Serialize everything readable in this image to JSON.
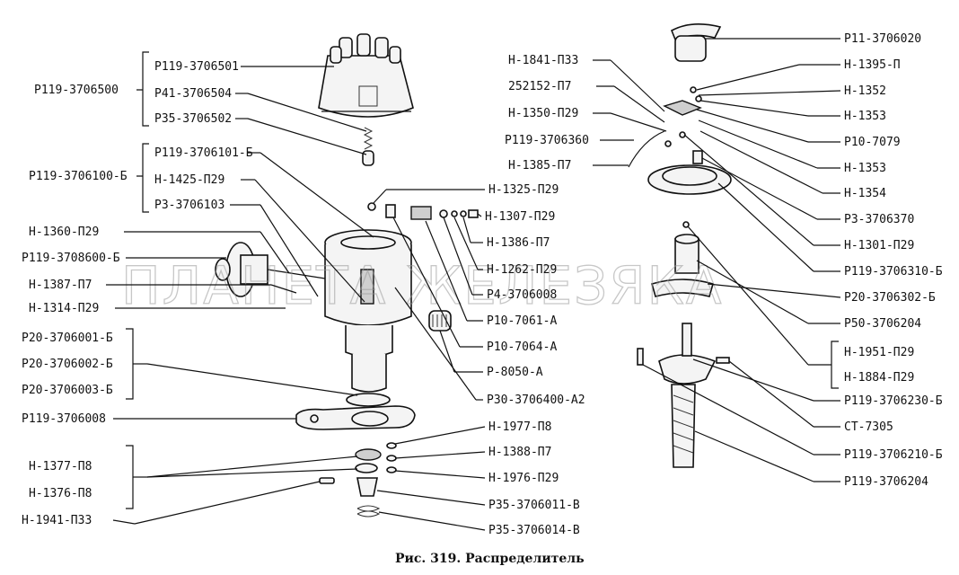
{
  "caption": "Рис. 319. Распределитель",
  "watermark": "ПЛАНЕТА ЖЕЛЕЗЯКА",
  "group_labels": {
    "cap_group": "Р119-3706500",
    "housing_group": "Р119-3706100-Б"
  },
  "left_labels": [
    {
      "id": "l1",
      "text": "Р119-3706501"
    },
    {
      "id": "l2",
      "text": "Р41-3706504"
    },
    {
      "id": "l3",
      "text": "Р35-3706502"
    },
    {
      "id": "l4",
      "text": "Р119-3706101-Б"
    },
    {
      "id": "l5",
      "text": "Н-1425-П29"
    },
    {
      "id": "l6",
      "text": "Р3-3706103"
    },
    {
      "id": "l7",
      "text": "Н-1360-П29"
    },
    {
      "id": "l8",
      "text": "Р119-3708600-Б"
    },
    {
      "id": "l9",
      "text": "Н-1387-П7"
    },
    {
      "id": "l10",
      "text": "Н-1314-П29"
    },
    {
      "id": "l11",
      "text": "Р20-3706001-Б"
    },
    {
      "id": "l12",
      "text": "Р20-3706002-Б"
    },
    {
      "id": "l13",
      "text": "Р20-3706003-Б"
    },
    {
      "id": "l14",
      "text": "Р119-3706008"
    },
    {
      "id": "l15",
      "text": "Н-1377-П8"
    },
    {
      "id": "l16",
      "text": "Н-1376-П8"
    },
    {
      "id": "l17",
      "text": "Н-1941-П33"
    }
  ],
  "center_labels": [
    {
      "id": "c1",
      "text": "Н-1325-П29"
    },
    {
      "id": "c2",
      "text": "Н-1307-П29"
    },
    {
      "id": "c3",
      "text": "Н-1386-П7"
    },
    {
      "id": "c4",
      "text": "Н-1262-П29"
    },
    {
      "id": "c5",
      "text": "Р4-3706008"
    },
    {
      "id": "c6",
      "text": "Р10-7061-А"
    },
    {
      "id": "c7",
      "text": "Р10-7064-А"
    },
    {
      "id": "c8",
      "text": "Р-8050-А"
    },
    {
      "id": "c9",
      "text": "Р30-3706400-А2"
    },
    {
      "id": "c10",
      "text": "Н-1977-П8"
    },
    {
      "id": "c11",
      "text": "Н-1388-П7"
    },
    {
      "id": "c12",
      "text": "Н-1976-П29"
    },
    {
      "id": "c13",
      "text": "Р35-3706011-В"
    },
    {
      "id": "c14",
      "text": "Р35-3706014-В"
    }
  ],
  "upper_mid_labels": [
    {
      "id": "m1",
      "text": "Н-1841-П33"
    },
    {
      "id": "m2",
      "text": "252152-П7"
    },
    {
      "id": "m3",
      "text": "Н-1350-П29"
    },
    {
      "id": "m4",
      "text": "Р119-3706360"
    },
    {
      "id": "m5",
      "text": "Н-1385-П7"
    }
  ],
  "right_labels": [
    {
      "id": "r1",
      "text": "Р11-3706020"
    },
    {
      "id": "r2",
      "text": "Н-1395-П"
    },
    {
      "id": "r3",
      "text": "Н-1352"
    },
    {
      "id": "r4",
      "text": "Н-1353"
    },
    {
      "id": "r5",
      "text": "Р10-7079"
    },
    {
      "id": "r6",
      "text": "Н-1353"
    },
    {
      "id": "r7",
      "text": "Н-1354"
    },
    {
      "id": "r8",
      "text": "Р3-3706370"
    },
    {
      "id": "r9",
      "text": "Н-1301-П29"
    },
    {
      "id": "r10",
      "text": "Р119-3706310-Б"
    },
    {
      "id": "r11",
      "text": "Р20-3706302-Б"
    },
    {
      "id": "r12",
      "text": "Р50-3706204"
    },
    {
      "id": "r13",
      "text": "Н-1951-П29"
    },
    {
      "id": "r14",
      "text": "Н-1884-П29"
    },
    {
      "id": "r15",
      "text": "Р119-3706230-Б"
    },
    {
      "id": "r16",
      "text": "СТ-7305"
    },
    {
      "id": "r17",
      "text": "Р119-3706210-Б"
    },
    {
      "id": "r18",
      "text": "Р119-3706204"
    }
  ]
}
